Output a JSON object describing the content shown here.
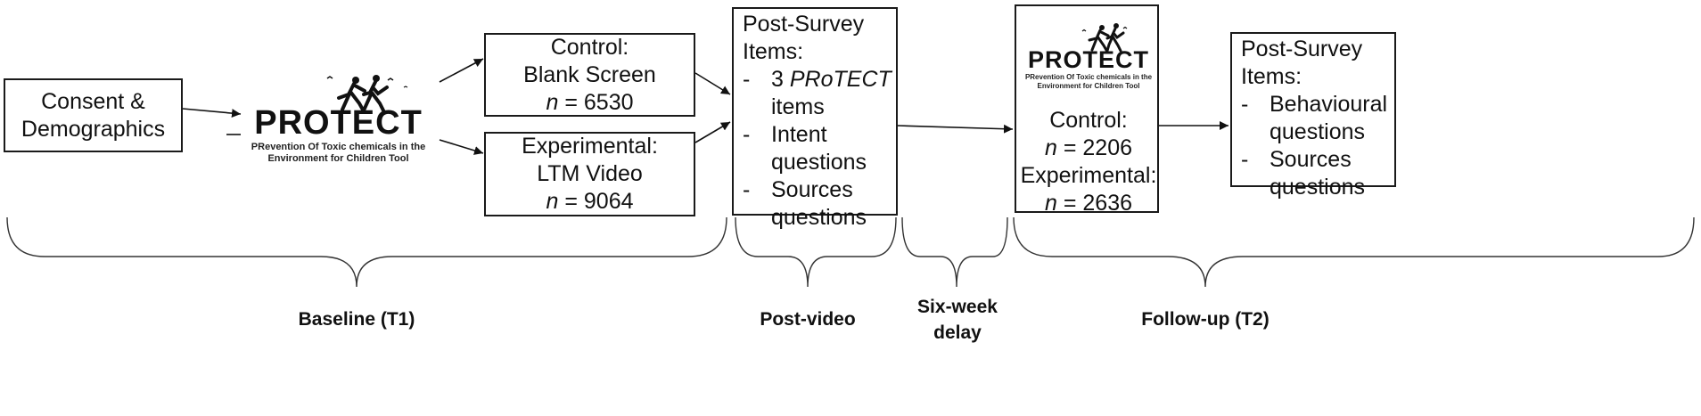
{
  "consent": {
    "line1": "Consent &",
    "line2": "Demographics"
  },
  "logo": {
    "word": "PROTECT",
    "sub_line1": "PRevention Of Toxic chemicals in the",
    "sub_line2": "Environment for Children Tool"
  },
  "control": {
    "title": "Control:",
    "subtitle": "Blank Screen",
    "n_label": "n",
    "n_value": " = 6530"
  },
  "experimental": {
    "title": "Experimental:",
    "subtitle": "LTM Video",
    "n_label": "n",
    "n_value": " = 9064"
  },
  "post_survey_1": {
    "title_line1": "Post-Survey",
    "title_line2": "Items:",
    "items": [
      {
        "prefix": "3 ",
        "italic": "PRoTECT",
        "rest": "",
        "line2": "items"
      },
      {
        "text": "Intent",
        "line2": "questions"
      },
      {
        "text": "Sources",
        "line2": "questions"
      }
    ]
  },
  "followup_box": {
    "control_label": "Control:",
    "control_n_label": "n",
    "control_n_value": " = 2206",
    "experimental_label": "Experimental:",
    "experimental_n_label": "n",
    "experimental_n_value": " = 2636"
  },
  "post_survey_2": {
    "title_line1": "Post-Survey",
    "title_line2": "Items:",
    "items": [
      {
        "text": "Behavioural",
        "line2": "questions"
      },
      {
        "text": "Sources",
        "line2": "questions"
      }
    ]
  },
  "phases": {
    "baseline": "Baseline (T1)",
    "post_video": "Post-video",
    "delay_line1": "Six-week",
    "delay_line2": "delay",
    "followup": "Follow-up (T2)"
  }
}
